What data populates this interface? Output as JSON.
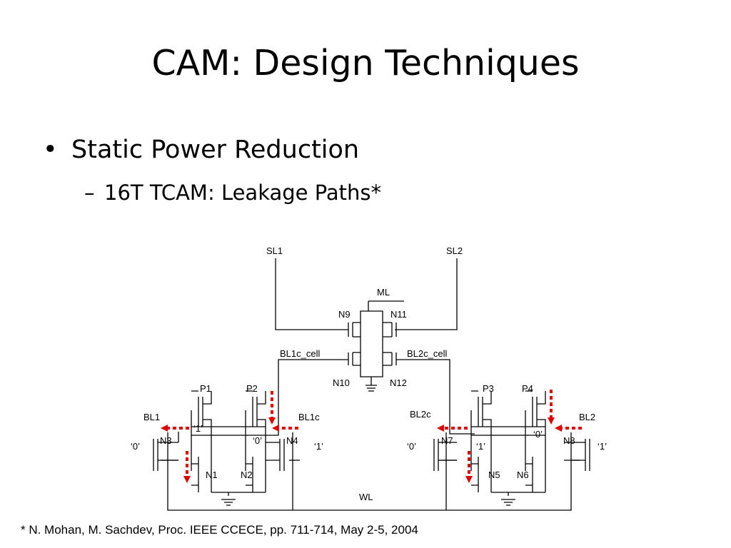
{
  "slide": {
    "title": "CAM: Design Techniques",
    "bullet_1": {
      "marker": "•",
      "text": "Static Power Reduction"
    },
    "bullet_2": {
      "marker": "–",
      "text": "16T TCAM: Leakage Paths*"
    },
    "footnote": "* N. Mohan, M. Sachdev, Proc. IEEE CCECE, pp. 711-714, May 2-5, 2004"
  },
  "diagram": {
    "labels": {
      "sl1": "SL1",
      "sl2": "SL2",
      "ml": "ML",
      "n9": "N9",
      "n11": "N11",
      "bl1c_cell": "BL1c_cell",
      "bl2c_cell": "BL2c_cell",
      "n10": "N10",
      "n12": "N12",
      "p1": "P1",
      "p2": "P2",
      "p3": "P3",
      "p4": "P4",
      "bl1": "BL1",
      "bl1c": "BL1c",
      "bl2c": "BL2c",
      "bl2": "BL2",
      "n3": "N3",
      "n4": "N4",
      "n7": "N7",
      "n8": "N8",
      "n1": "N1",
      "n2": "N2",
      "n5": "N5",
      "n6": "N6",
      "wl": "WL",
      "bl1_value": "‘0’",
      "bl1c_value": "‘1’",
      "bl2c_value": "‘0’",
      "bl2_value": "‘1’",
      "cell1_q": "‘1’",
      "cell1_qb": "‘0’",
      "cell2_q": "‘1’",
      "cell2_qb": "‘0’"
    },
    "arrow_color": "#e00000",
    "wire_color": "#000000"
  }
}
